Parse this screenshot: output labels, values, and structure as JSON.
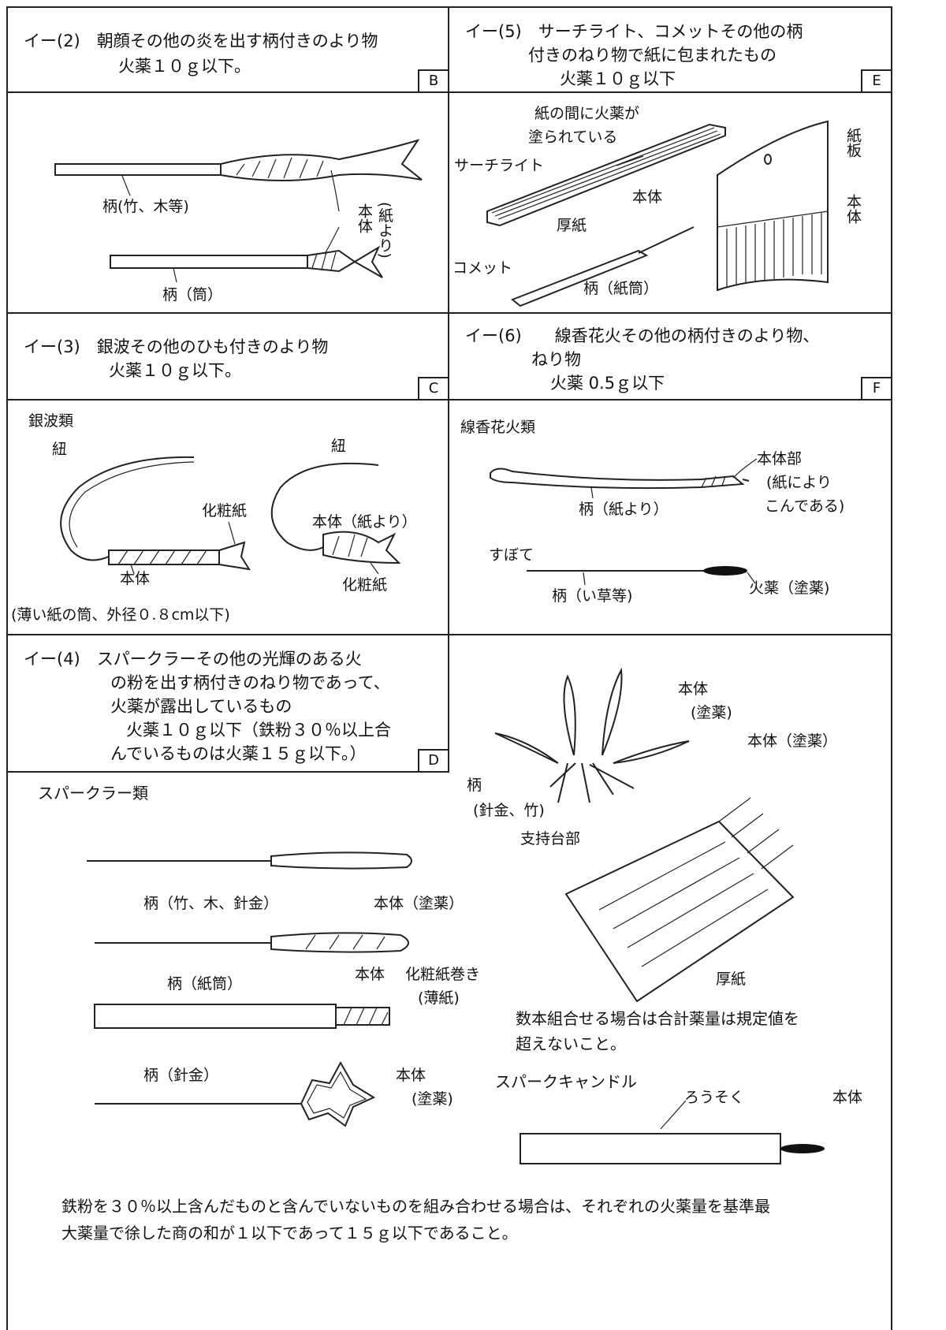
{
  "panels": {
    "B": {
      "letter": "B",
      "line1": "イー(2)　朝顔その他の炎を出す柄付きのより物",
      "line2": "火薬１０ｇ以下。",
      "labels": {
        "handle_bamboo": "柄(竹、木等)",
        "body": "本体",
        "paper_twist": "(紙より)",
        "handle_tube": "柄（筒）"
      }
    },
    "E": {
      "letter": "E",
      "line1": "イー(5)　サーチライト、コメットその他の柄",
      "line2": "付きのねり物で紙に包まれたもの",
      "line3": "火薬１０ｇ以下",
      "labels": {
        "powder_between": "紙の間に火薬が",
        "coated": "塗られている",
        "searchlight": "サーチライト",
        "body": "本体",
        "thick_paper": "厚紙",
        "comet": "コメット",
        "handle_tube": "柄（紙筒）",
        "board": "紙板",
        "board_body": "本体"
      }
    },
    "C": {
      "letter": "C",
      "line1": "イー(3)　銀波その他のひも付きのより物",
      "line2": "火薬１０ｇ以下。",
      "labels": {
        "category": "銀波類",
        "string1": "紐",
        "string2": "紐",
        "decor1": "化粧紙",
        "body1": "本体",
        "body2": "本体（紙より）",
        "decor2": "化粧紙",
        "note": "(薄い紙の筒、外径０.８cm以下)"
      }
    },
    "F": {
      "letter": "F",
      "line1": "イー(6)　　線香花火その他の柄付きのより物、",
      "line2": "ねり物",
      "line3": "火薬 0.5ｇ以下",
      "labels": {
        "category": "線香花火類",
        "body_part": "本体部",
        "paper_twist": "(紙により",
        "twisted": "こんである)",
        "handle": "柄（紙より）",
        "susubote": "すぼて",
        "handle2": "柄（い草等)",
        "powder": "火薬（塗薬)"
      }
    },
    "D": {
      "letter": "D",
      "line1": "イー(4)　スパークラーその他の光輝のある火",
      "line2": "の粉を出す柄付きのねり物であって、",
      "line3": "火薬が露出しているもの",
      "line4": "火薬１０ｇ以下（鉄粉３０％以上合",
      "line5": "んでいるものは火薬１５ｇ以下。）"
    }
  },
  "lower": {
    "category": "スパークラー類",
    "handle_wood": "柄（竹、木、針金）",
    "body_coat": "本体（塗薬）",
    "handle_paper": "柄（紙筒）",
    "body": "本体",
    "decor_wrap": "化粧紙巻き",
    "thin_paper": "(薄紙)",
    "handle_wire": "柄（針金）",
    "body_star": "本体",
    "coat_star": "(塗薬)",
    "cluster_body": "本体",
    "cluster_coat": "(塗薬)",
    "cluster_handle": "柄",
    "cluster_handle2": "(針金、竹)",
    "stand": "支持台部",
    "board_body": "本体（塗薬）",
    "thick_paper": "厚紙",
    "combine_note1": "数本組合せる場合は合計薬量は規定値を",
    "combine_note2": "超えないこと。",
    "spark_candle": "スパークキャンドル",
    "candle": "ろうそく",
    "candle_body": "本体",
    "footer1": "鉄粉を３０％以上含んだものと含んでいないものを組み合わせる場合は、それぞれの火薬量を基準最",
    "footer2": "大薬量で徐した商の和が１以下であって１５ｇ以下であること。"
  }
}
